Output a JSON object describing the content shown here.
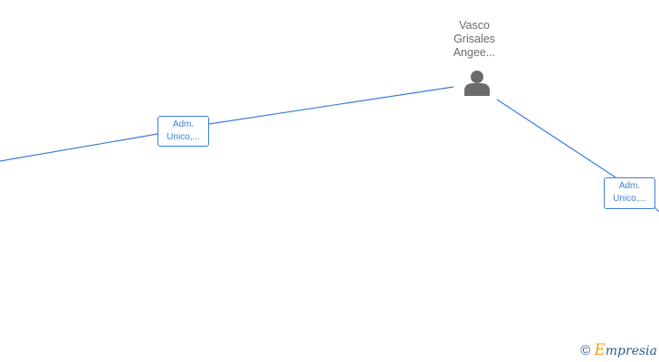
{
  "person": {
    "name_lines": [
      "Vasco",
      "Grisales",
      "Angee..."
    ],
    "icon": "person-icon"
  },
  "roles": [
    {
      "lines": [
        "Adm.",
        "Unico,..."
      ]
    },
    {
      "lines": [
        "Adm.",
        "Unico,..."
      ]
    }
  ],
  "watermark": {
    "copyright": "©",
    "brand_initial": "E",
    "brand_rest": "mpresia"
  },
  "colors": {
    "edge": "#3b7dd8",
    "person_icon": "#6b6b6b",
    "brand": "#2a5a8c",
    "brand_accent": "#f0a020"
  }
}
